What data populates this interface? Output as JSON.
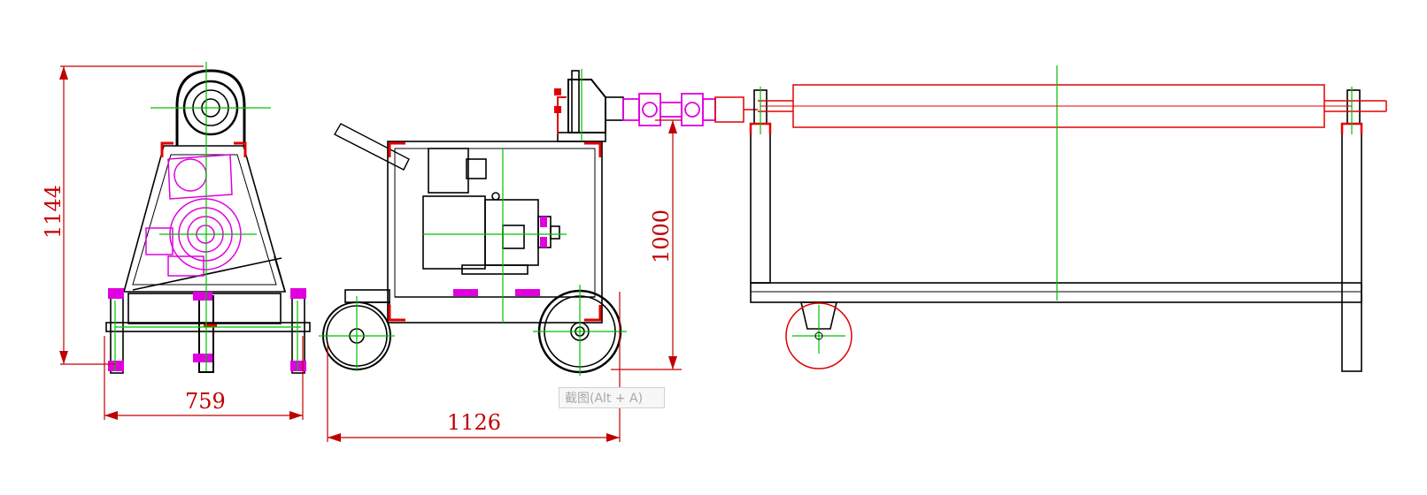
{
  "dimensions": {
    "height_total": "1144",
    "width_front": "759",
    "width_side": "1126",
    "height_side": "1000"
  },
  "tooltip": {
    "label": "截图(Alt + A)"
  },
  "colors": {
    "outline": "#000000",
    "dimension": "#c00000",
    "centerline": "#00c000",
    "motor": "#e000e0",
    "highlight": "#e00000"
  }
}
